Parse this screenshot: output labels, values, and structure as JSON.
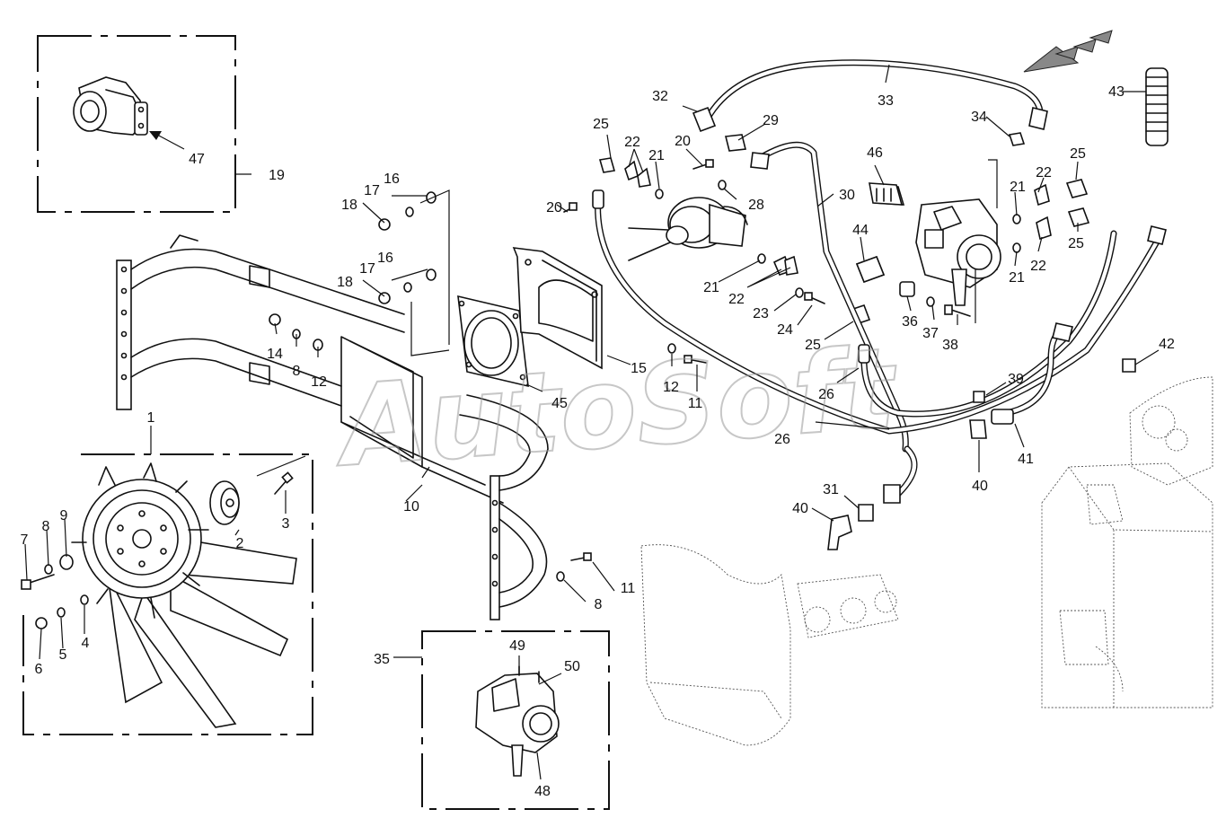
{
  "watermark": "AutoSoft",
  "callouts": [
    {
      "id": "c1",
      "label": "1"
    },
    {
      "id": "c2",
      "label": "2"
    },
    {
      "id": "c3",
      "label": "3"
    },
    {
      "id": "c4",
      "label": "4"
    },
    {
      "id": "c5",
      "label": "5"
    },
    {
      "id": "c6",
      "label": "6"
    },
    {
      "id": "c7",
      "label": "7"
    },
    {
      "id": "c8a",
      "label": "8"
    },
    {
      "id": "c8b",
      "label": "8"
    },
    {
      "id": "c8c",
      "label": "8"
    },
    {
      "id": "c9",
      "label": "9"
    },
    {
      "id": "c10",
      "label": "10"
    },
    {
      "id": "c11a",
      "label": "11"
    },
    {
      "id": "c11b",
      "label": "11"
    },
    {
      "id": "c12a",
      "label": "12"
    },
    {
      "id": "c12b",
      "label": "12"
    },
    {
      "id": "c14",
      "label": "14"
    },
    {
      "id": "c15",
      "label": "15"
    },
    {
      "id": "c16a",
      "label": "16"
    },
    {
      "id": "c16b",
      "label": "16"
    },
    {
      "id": "c17a",
      "label": "17"
    },
    {
      "id": "c17b",
      "label": "17"
    },
    {
      "id": "c18a",
      "label": "18"
    },
    {
      "id": "c18b",
      "label": "18"
    },
    {
      "id": "c19",
      "label": "19"
    },
    {
      "id": "c20a",
      "label": "20"
    },
    {
      "id": "c20b",
      "label": "20"
    },
    {
      "id": "c21a",
      "label": "21"
    },
    {
      "id": "c21b",
      "label": "21"
    },
    {
      "id": "c21c",
      "label": "21"
    },
    {
      "id": "c21d",
      "label": "21"
    },
    {
      "id": "c22a",
      "label": "22"
    },
    {
      "id": "c22b",
      "label": "22"
    },
    {
      "id": "c22c",
      "label": "22"
    },
    {
      "id": "c22d",
      "label": "22"
    },
    {
      "id": "c23",
      "label": "23"
    },
    {
      "id": "c24",
      "label": "24"
    },
    {
      "id": "c25a",
      "label": "25"
    },
    {
      "id": "c25b",
      "label": "25"
    },
    {
      "id": "c25c",
      "label": "25"
    },
    {
      "id": "c25d",
      "label": "25"
    },
    {
      "id": "c26a",
      "label": "26"
    },
    {
      "id": "c26b",
      "label": "26"
    },
    {
      "id": "c28",
      "label": "28"
    },
    {
      "id": "c29",
      "label": "29"
    },
    {
      "id": "c30",
      "label": "30"
    },
    {
      "id": "c31",
      "label": "31"
    },
    {
      "id": "c32",
      "label": "32"
    },
    {
      "id": "c33",
      "label": "33"
    },
    {
      "id": "c34",
      "label": "34"
    },
    {
      "id": "c35",
      "label": "35"
    },
    {
      "id": "c36",
      "label": "36"
    },
    {
      "id": "c37",
      "label": "37"
    },
    {
      "id": "c38",
      "label": "38"
    },
    {
      "id": "c39",
      "label": "39"
    },
    {
      "id": "c40a",
      "label": "40"
    },
    {
      "id": "c40b",
      "label": "40"
    },
    {
      "id": "c41",
      "label": "41"
    },
    {
      "id": "c42",
      "label": "42"
    },
    {
      "id": "c43",
      "label": "43"
    },
    {
      "id": "c44",
      "label": "44"
    },
    {
      "id": "c45",
      "label": "45"
    },
    {
      "id": "c46",
      "label": "46"
    },
    {
      "id": "c47",
      "label": "47"
    },
    {
      "id": "c48",
      "label": "48"
    },
    {
      "id": "c49",
      "label": "49"
    },
    {
      "id": "c50",
      "label": "50"
    }
  ]
}
